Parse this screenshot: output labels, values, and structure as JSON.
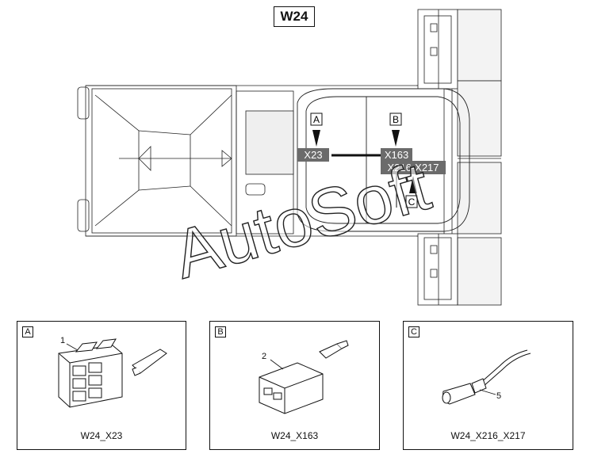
{
  "diagram": {
    "title": "W24",
    "watermark": "AutoSoft",
    "callouts": {
      "a": "A",
      "b": "B",
      "c": "C"
    },
    "connectors": {
      "x23": "X23",
      "x163": "X163",
      "x216": "X216-X217"
    }
  },
  "panels": [
    {
      "tag": "A",
      "caption": "W24_X23",
      "item_number": "1"
    },
    {
      "tag": "B",
      "caption": "W24_X163",
      "item_number": "2"
    },
    {
      "tag": "C",
      "caption": "W24_X216_X217",
      "item_number": "5"
    }
  ],
  "colors": {
    "connector_fill": "#6b6b6b",
    "connector_text": "#ffffff",
    "line": "#111111",
    "watermark": "#ffffff"
  }
}
